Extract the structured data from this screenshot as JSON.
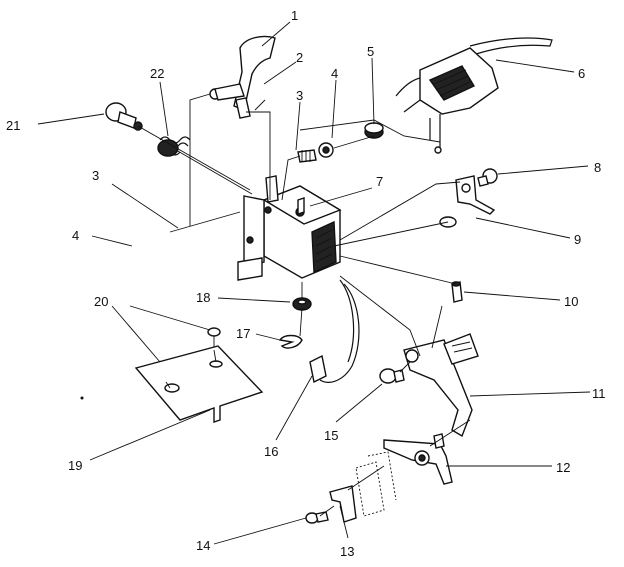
{
  "diagram": {
    "callouts": [
      "1",
      "2",
      "3",
      "4",
      "5",
      "6",
      "22",
      "21",
      "3",
      "4",
      "7",
      "8",
      "9",
      "10",
      "18",
      "17",
      "20",
      "19",
      "16",
      "15",
      "11",
      "12",
      "13",
      "14"
    ]
  }
}
